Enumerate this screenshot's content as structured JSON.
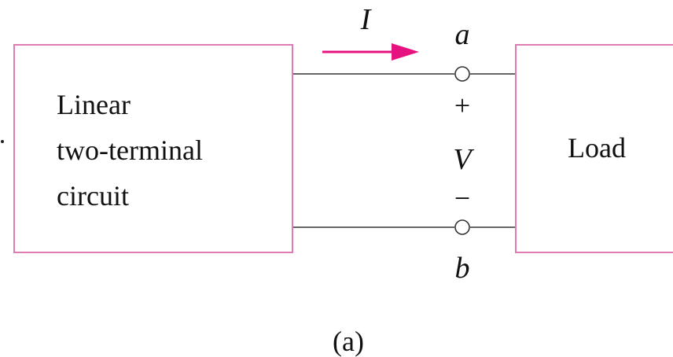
{
  "diagram": {
    "source_box_lines": [
      "Linear",
      "two-terminal",
      "circuit"
    ],
    "load_label": "Load",
    "current_label": "I",
    "terminal_a": "a",
    "terminal_b": "b",
    "plus_sign": "+",
    "voltage_label": "V",
    "minus_sign": "−",
    "caption": "(a)"
  },
  "colors": {
    "box_border": "#e07ab3",
    "arrow": "#e6127f",
    "wire": "#333333",
    "text": "#111111"
  }
}
